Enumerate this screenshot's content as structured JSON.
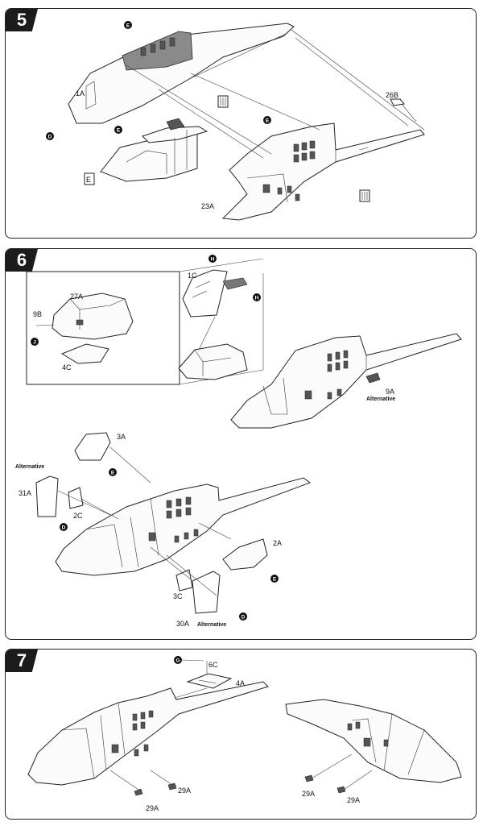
{
  "steps": [
    {
      "number": "5",
      "parts": {
        "p1a": "1A",
        "p26b": "26B",
        "p23a": "23A"
      },
      "markers": {
        "e1": "E",
        "e2": "E",
        "e3": "E",
        "d1": "D"
      },
      "boxed_label": "E"
    },
    {
      "number": "6",
      "parts": {
        "p1c": "1C",
        "p27a": "27A",
        "p9b": "9B",
        "p4c": "4C",
        "p9a": "9A",
        "p3a": "3A",
        "p31a": "31A",
        "p2c": "2C",
        "p2a": "2A",
        "p3c": "3C",
        "p30a": "30A"
      },
      "markers": {
        "h1": "H",
        "h2": "H",
        "j1": "J",
        "e1": "E",
        "d1": "D",
        "e2": "E",
        "d2": "D"
      },
      "alternative_labels": {
        "a1": "Alternative",
        "a2": "Alternative",
        "a3": "Alternative"
      }
    },
    {
      "number": "7",
      "parts": {
        "p6c": "6C",
        "p4a": "4A",
        "p29a_1": "29A",
        "p29a_2": "29A",
        "p29a_3": "29A",
        "p29a_4": "29A"
      },
      "markers": {
        "g1": "G"
      }
    }
  ]
}
